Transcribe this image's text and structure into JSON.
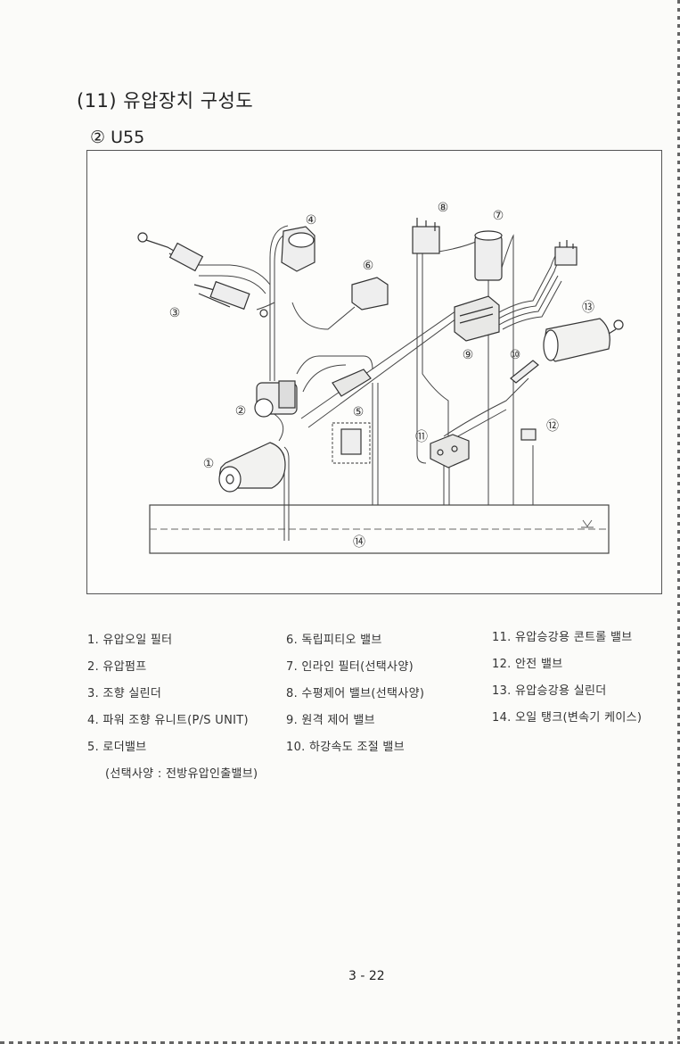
{
  "section_title": "(11) 유압장치 구성도",
  "subtitle": "② U55",
  "callouts": [
    "①",
    "②",
    "③",
    "④",
    "⑤",
    "⑥",
    "⑦",
    "⑧",
    "⑨",
    "⑩",
    "⑪",
    "⑫",
    "⑬",
    "⑭"
  ],
  "legend": {
    "col1": [
      "1. 유압오일 필터",
      "2. 유압펌프",
      "3. 조향 실린더",
      "4. 파워 조향 유니트(P/S UNIT)",
      "5. 로더밸브",
      "(선택사양 : 전방유압인출밸브)"
    ],
    "col2": [
      "6. 독립피티오 밸브",
      "7. 인라인 필터(선택사양)",
      "8. 수평제어 밸브(선택사양)",
      "9. 원격 제어 밸브",
      "10. 하강속도 조절 밸브"
    ],
    "col3": [
      "11. 유압승강용 콘트롤 밸브",
      "12. 안전 밸브",
      "13. 유압승강용 실린더",
      "14. 오일 탱크(변속기 케이스)"
    ]
  },
  "page_number": "3 - 22"
}
